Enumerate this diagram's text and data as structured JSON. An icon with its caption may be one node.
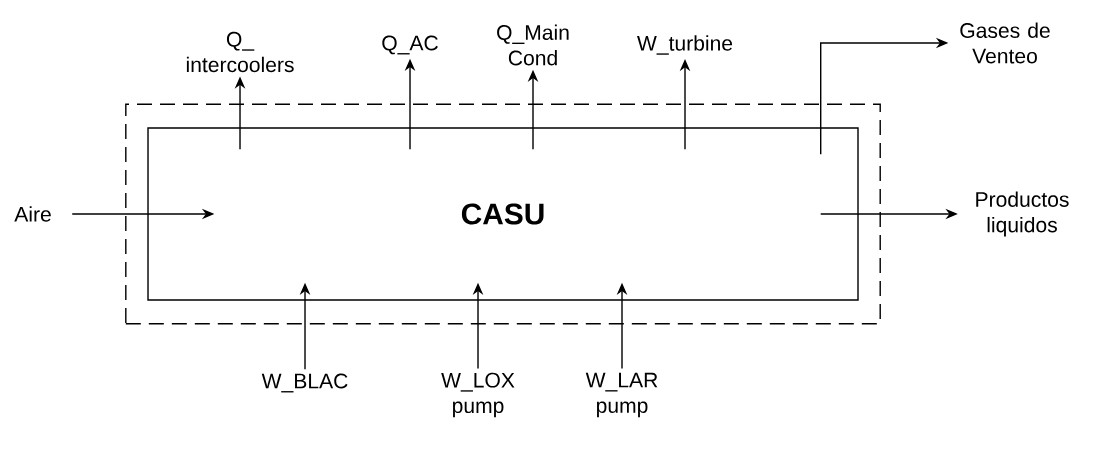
{
  "diagram": {
    "nodes": [
      {
        "text": [],
        "shape": "box"
      },
      {
        "text": [
          "CASU"
        ],
        "in": 0
      },
      {
        "text": [
          "Q_ intercoolers"
        ]
      },
      {
        "text": [
          "Q_AC"
        ]
      },
      {
        "text": [
          "Q_Main Cond"
        ]
      },
      {
        "text": [
          "W_turbine"
        ]
      },
      {
        "text": [
          "Gases de Venteo"
        ]
      },
      {
        "text": [
          "Aire"
        ]
      },
      {
        "text": [
          "Productos liquidos"
        ]
      },
      {
        "text": [
          "W_BLAC"
        ]
      },
      {
        "text": [
          "W_LOX pump"
        ]
      },
      {
        "text": [
          "W_LAR pump"
        ]
      }
    ],
    "edges": [
      {
        "from": 1,
        "to": 2,
        "arrow": "to"
      },
      {
        "from": 1,
        "to": 3,
        "arrow": "to"
      },
      {
        "from": 1,
        "to": 4,
        "arrow": "to"
      },
      {
        "from": 1,
        "to": 5,
        "arrow": "to"
      },
      {
        "from": 1,
        "to": 6,
        "arrow": "to"
      },
      {
        "from": 7,
        "to": 1,
        "arrow": "to"
      },
      {
        "from": 1,
        "to": 8,
        "arrow": "to"
      },
      {
        "from": 9,
        "to": 1,
        "arrow": "to"
      },
      {
        "from": 10,
        "to": 1,
        "arrow": "to"
      },
      {
        "from": 11,
        "to": 1,
        "arrow": "to"
      }
    ]
  }
}
